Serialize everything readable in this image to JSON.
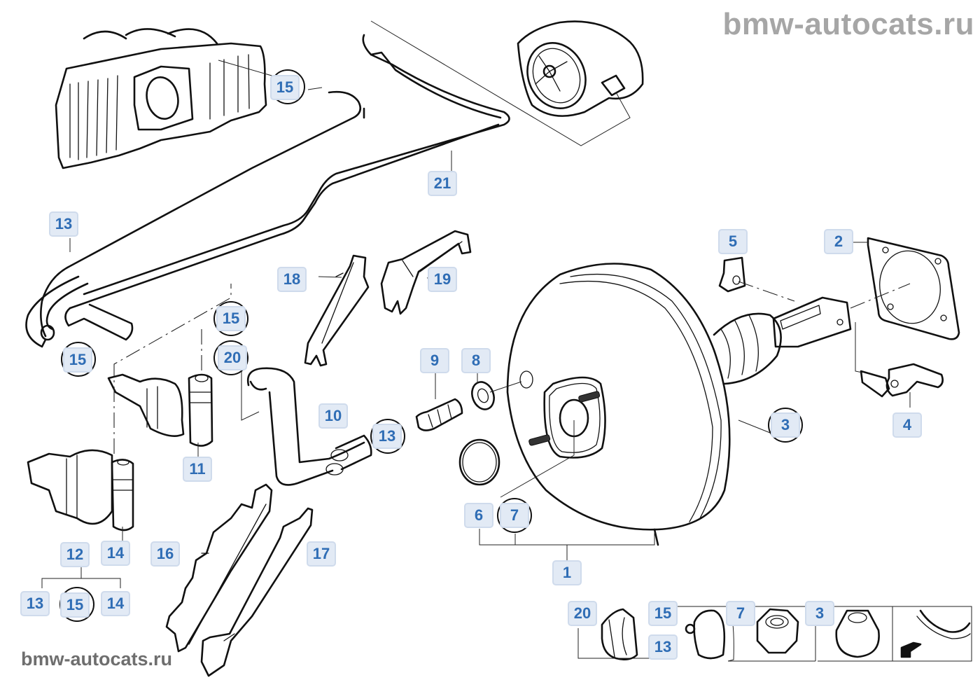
{
  "diagram": {
    "title": "Brake servo (vacuum booster) assembly",
    "watermark_top": "bmw-autocats.ru",
    "watermark_bottom": "bmw-autocats.ru",
    "colors": {
      "callout_bg": "#e2eaf5",
      "callout_border": "#cfdbec",
      "callout_text": "#2f6db5",
      "linework": "#111111",
      "watermark_top": "#a6a6a6",
      "watermark_bottom": "#6e6e6e"
    },
    "callouts": [
      {
        "id": "c1",
        "label": "1"
      },
      {
        "id": "c2",
        "label": "2"
      },
      {
        "id": "c3",
        "label": "3"
      },
      {
        "id": "c4",
        "label": "4"
      },
      {
        "id": "c5",
        "label": "5"
      },
      {
        "id": "c6",
        "label": "6"
      },
      {
        "id": "c7",
        "label": "7"
      },
      {
        "id": "c8",
        "label": "8"
      },
      {
        "id": "c9",
        "label": "9"
      },
      {
        "id": "c10",
        "label": "10"
      },
      {
        "id": "c11",
        "label": "11"
      },
      {
        "id": "c12",
        "label": "12"
      },
      {
        "id": "c13a",
        "label": "13"
      },
      {
        "id": "c13b",
        "label": "13"
      },
      {
        "id": "c13c",
        "label": "13"
      },
      {
        "id": "c14a",
        "label": "14"
      },
      {
        "id": "c14b",
        "label": "14"
      },
      {
        "id": "c15a",
        "label": "15"
      },
      {
        "id": "c15b",
        "label": "15"
      },
      {
        "id": "c15c",
        "label": "15"
      },
      {
        "id": "c15d",
        "label": "15"
      },
      {
        "id": "c16",
        "label": "16"
      },
      {
        "id": "c17",
        "label": "17"
      },
      {
        "id": "c18",
        "label": "18"
      },
      {
        "id": "c19",
        "label": "19"
      },
      {
        "id": "c20",
        "label": "20"
      },
      {
        "id": "c21",
        "label": "21"
      }
    ],
    "legend_strip": [
      {
        "label": "20",
        "part": "grommet"
      },
      {
        "label": "15",
        "part": "hose-clamp"
      },
      {
        "label": "13",
        "part": "hose-clamp"
      },
      {
        "label": "7",
        "part": "hex-nut"
      },
      {
        "label": "3",
        "part": "flange-nut"
      },
      {
        "label": "",
        "part": "vehicle-location-arrow"
      }
    ]
  }
}
